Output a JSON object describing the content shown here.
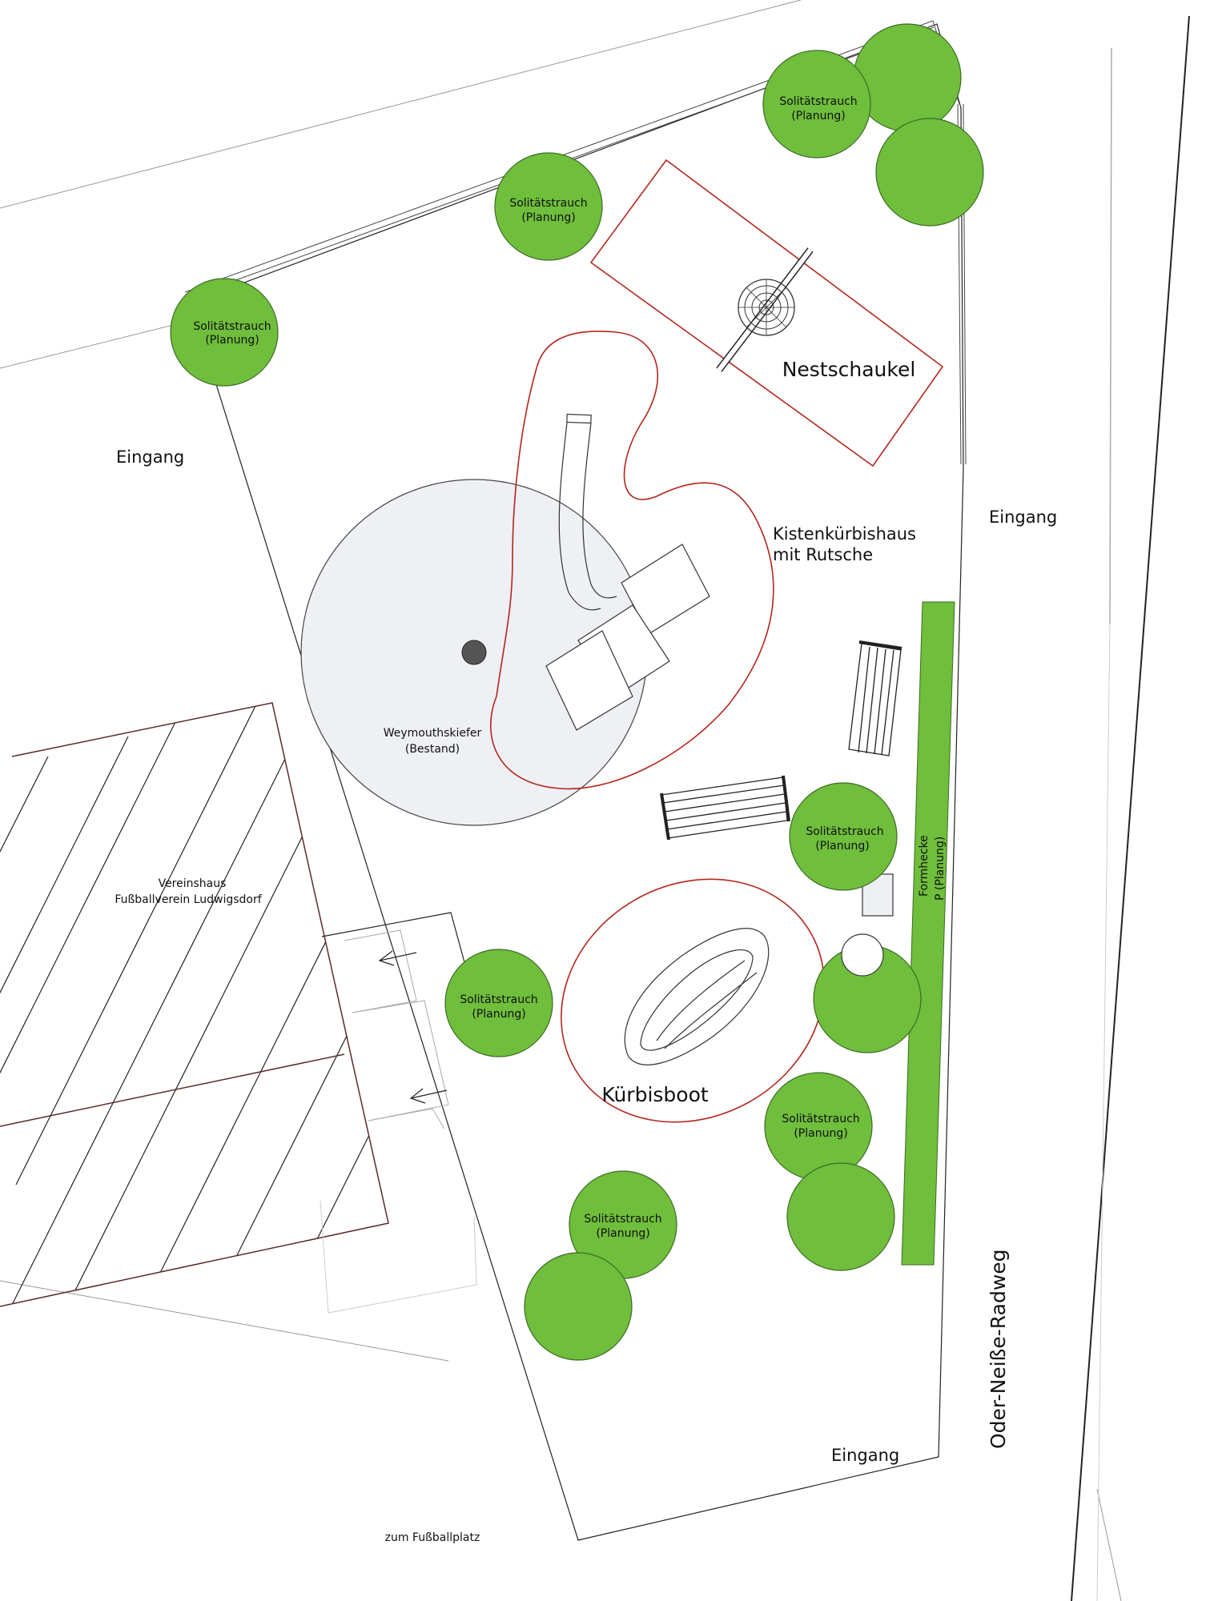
{
  "labels": {
    "eingang_west": "Eingang",
    "eingang_east": "Eingang",
    "eingang_south": "Eingang",
    "nestschaukel": "Nestschaukel",
    "kistenhaus_line1": "Kistenkürbishaus",
    "kistenhaus_line2": "mit Rutsche",
    "kuerbisboot": "Kürbisboot",
    "weymouth_line1": "Weymouthskiefer",
    "weymouth_line2": "(Bestand)",
    "vereinshaus_line1": "Vereinshaus",
    "vereinshaus_line2": "Fußballverein Ludwigsdorf",
    "formhecke_line1": "Formhecke",
    "formhecke_line2": "P (Planung)",
    "radweg": "Oder-Neiße-Radweg",
    "fussballplatz": "zum Fußballplatz"
  },
  "shrub": {
    "line1": "Solitätstrauch",
    "line2": "(Planung)"
  },
  "colors": {
    "shrub": "#6fbe3c",
    "play_area_outline": "#b3261e",
    "tree_canopy": "#eef0f4",
    "hedge": "#6fbe3c"
  }
}
